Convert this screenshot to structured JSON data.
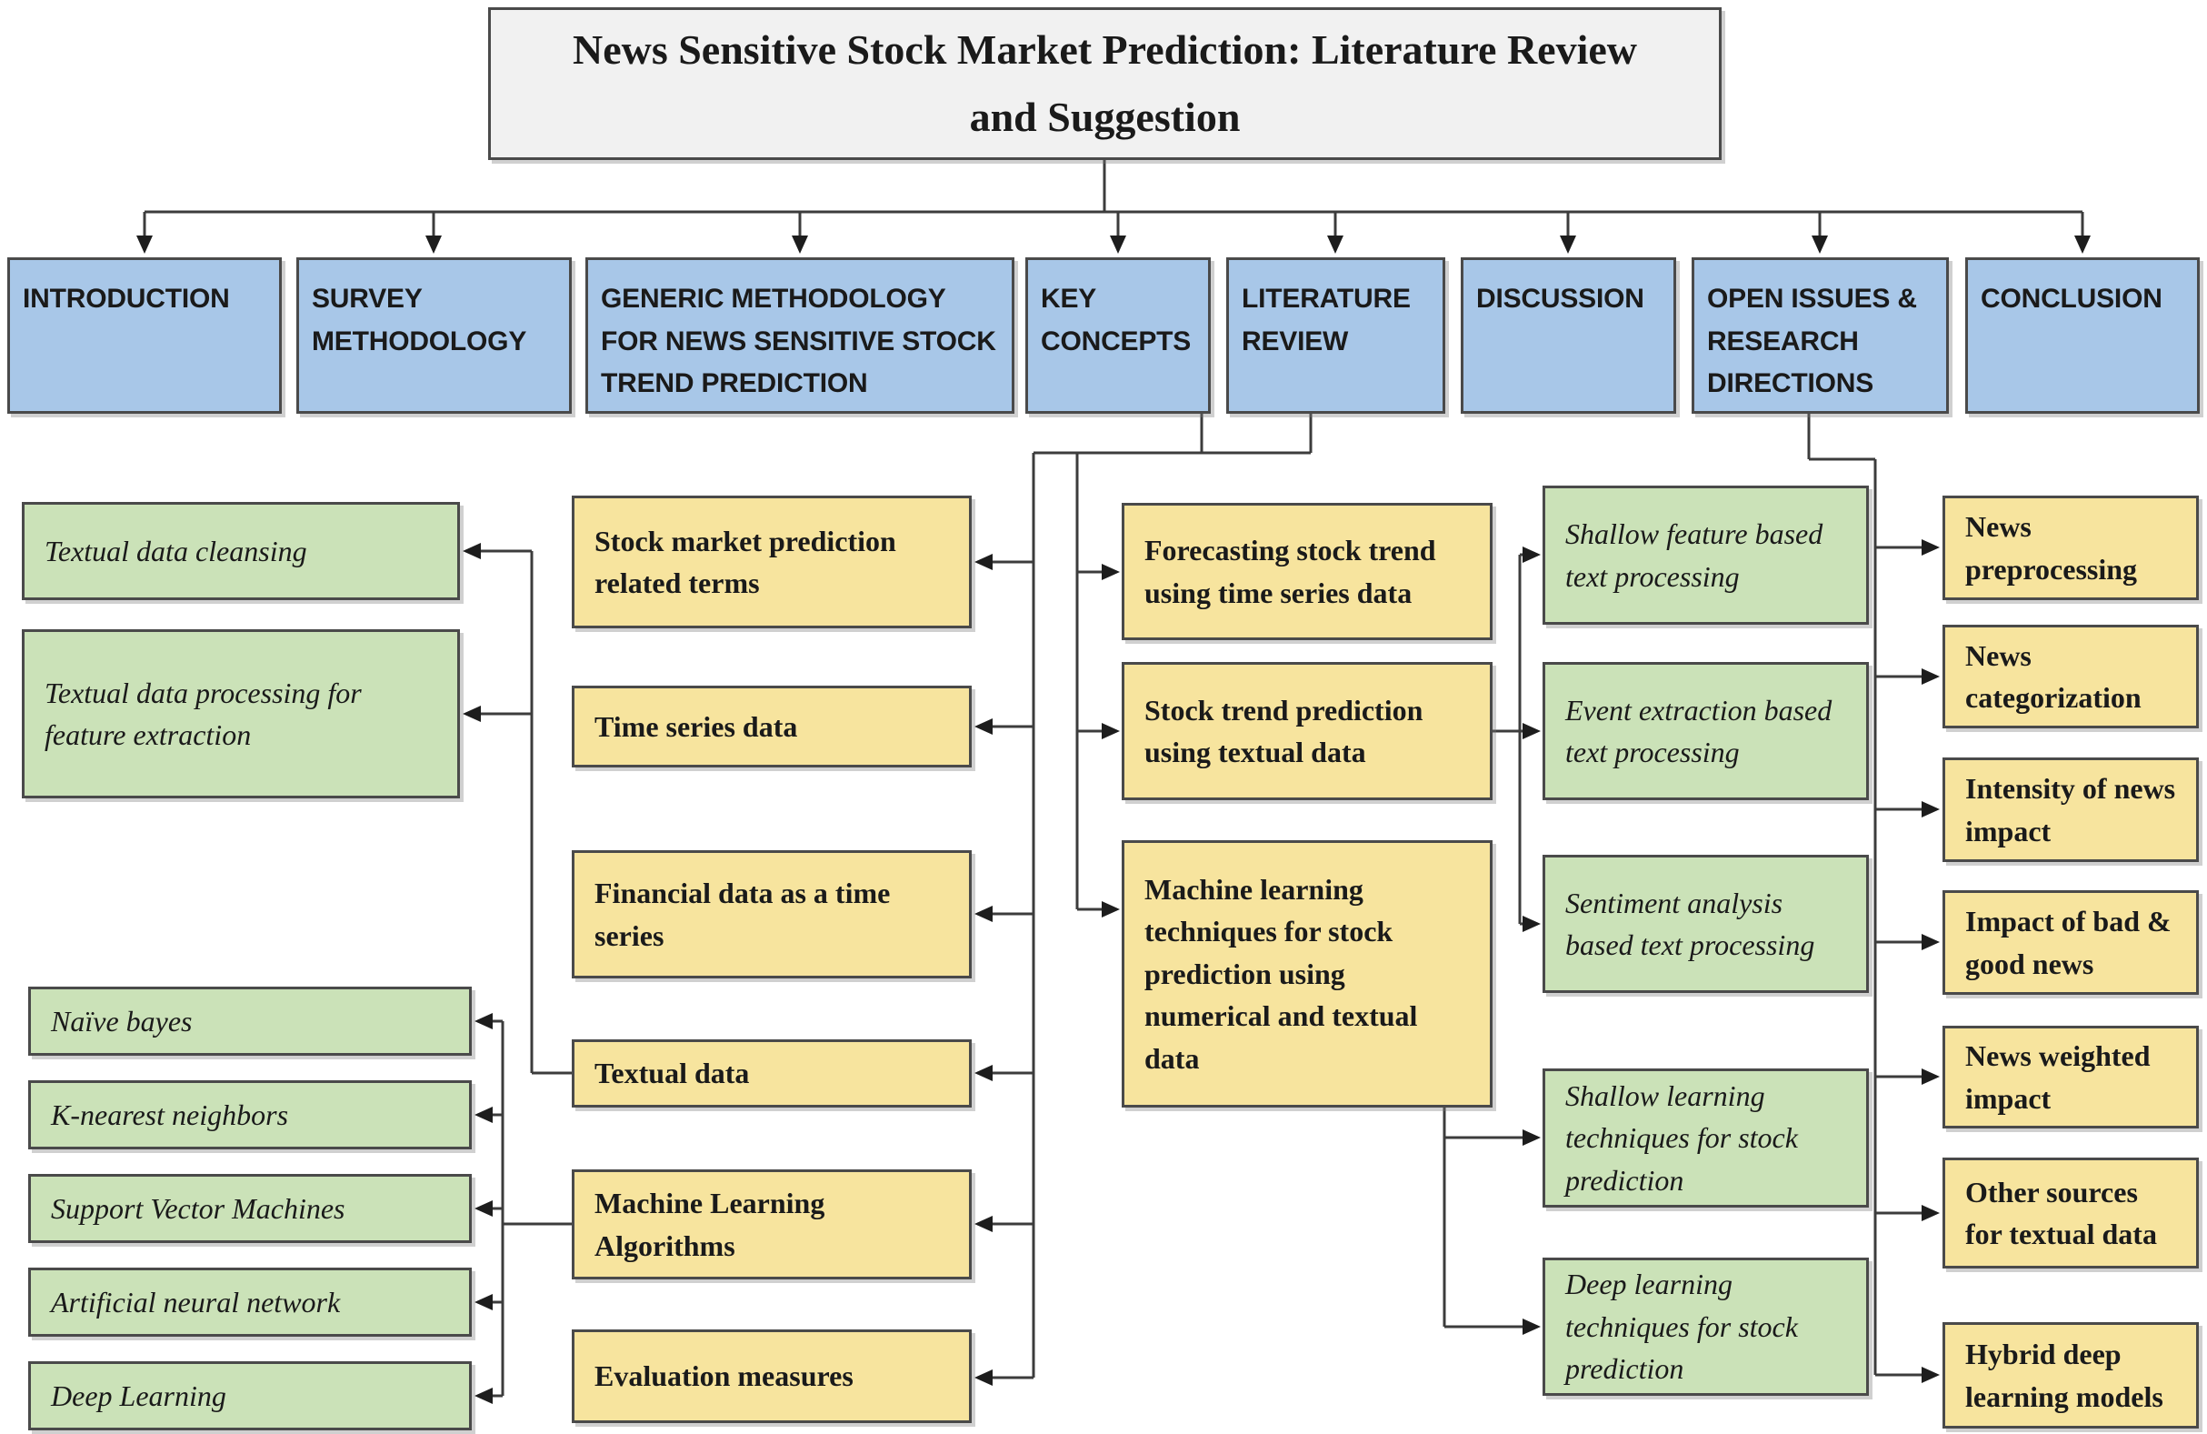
{
  "colors": {
    "blue": "#A8C7E8",
    "green": "#CBE2B8",
    "yellow": "#F7E49E",
    "title_bg": "#F1F1F1",
    "border": "#4A4A4A",
    "line": "#3C3C3C"
  },
  "title": {
    "text": "News Sensitive Stock Market Prediction: Literature Review and Suggestion"
  },
  "nav": {
    "introduction": "INTRODUCTION",
    "survey": "SURVEY METHODOLOGY",
    "generic": "GENERIC METHODOLOGY FOR NEWS SENSITIVE STOCK TREND PREDICTION",
    "key_concepts": "KEY CONCEPTS",
    "literature": "LITERATURE REVIEW",
    "discussion": "DISCUSSION",
    "open_issues": "OPEN ISSUES & RESEARCH DIRECTIONS",
    "conclusion": "CONCLUSION"
  },
  "key_concepts": {
    "stock_terms": "Stock market prediction related terms",
    "time_series": "Time series data",
    "financial": "Financial data as a time series",
    "textual": "Textual data",
    "ml_algorithms": "Machine Learning Algorithms",
    "evaluation": "Evaluation measures"
  },
  "methodology": {
    "cleansing": "Textual data cleansing",
    "processing": "Textual data processing for feature extraction"
  },
  "ml_algorithms": {
    "naive_bayes": "Naïve bayes",
    "knn": "K-nearest neighbors",
    "svm": "Support Vector Machines",
    "ann": "Artificial neural network",
    "deep": "Deep Learning"
  },
  "literature": {
    "forecasting": "Forecasting stock trend using time series data",
    "stock_trend": "Stock trend prediction using textual data",
    "ml_tech": "Machine learning techniques for stock prediction using numerical and textual data"
  },
  "text_processing": {
    "shallow_feature": "Shallow feature based text processing",
    "event_extraction": "Event extraction based text processing",
    "sentiment": "Sentiment analysis based text processing"
  },
  "learning": {
    "shallow": "Shallow learning techniques for stock prediction",
    "deep": "Deep learning techniques for stock prediction"
  },
  "open_issues": {
    "preprocessing": "News preprocessing",
    "categorization": "News categorization",
    "intensity": "Intensity of news impact",
    "impact": "Impact of bad & good news",
    "weighted": "News weighted impact",
    "other_sources": "Other sources for textual data",
    "hybrid": "Hybrid deep learning models"
  }
}
